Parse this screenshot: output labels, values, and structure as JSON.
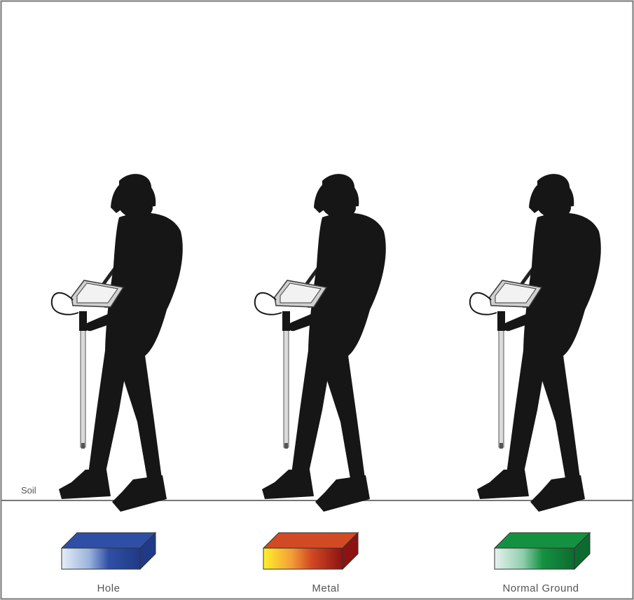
{
  "ground": {
    "label": "Soil"
  },
  "scenes": [
    {
      "id": "hole",
      "label": "Hole",
      "colors": {
        "light": "#e6eef6",
        "mid": "#9bb3dc",
        "main": "#2f4fa6",
        "dark": "#1f3a86"
      }
    },
    {
      "id": "metal",
      "label": "Metal",
      "colors": {
        "light": "#fff02a",
        "mid": "#f3a037",
        "main": "#d24a23",
        "dark": "#8e1212"
      }
    },
    {
      "id": "normal",
      "label": "Normal Ground",
      "colors": {
        "light": "#e6f2ee",
        "mid": "#8fcfae",
        "main": "#149140",
        "dark": "#0d6b30"
      }
    }
  ],
  "palette": {
    "frame": "#777777",
    "silhouette": "#161616",
    "device": "#cfcfcf"
  }
}
